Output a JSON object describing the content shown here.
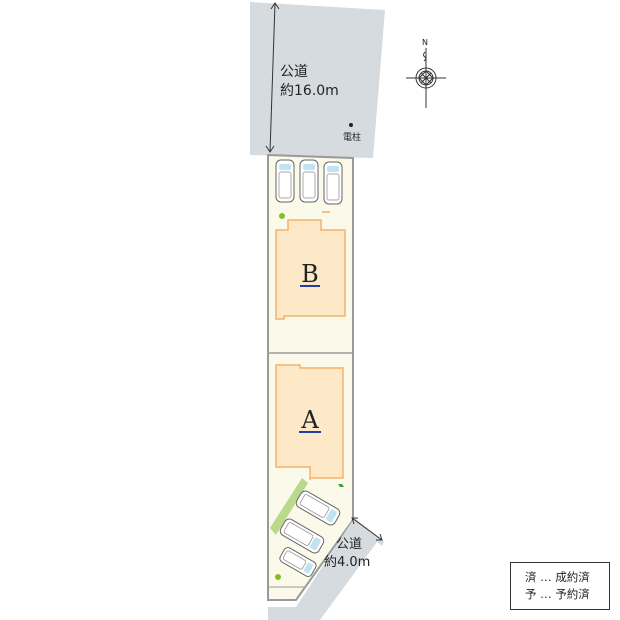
{
  "north_road": {
    "label_line1": "公道",
    "label_line2": "約16.0m"
  },
  "utility_pole": {
    "label": "電柱"
  },
  "compass": {
    "label": "N"
  },
  "lots": [
    {
      "id": "B",
      "label": "B"
    },
    {
      "id": "A",
      "label": "A"
    }
  ],
  "south_road": {
    "label_line1": "公道",
    "label_line2": "約4.0m"
  },
  "legend": {
    "items": [
      {
        "mark": "済",
        "sep": "…",
        "meaning": "成約済"
      },
      {
        "mark": "予",
        "sep": "…",
        "meaning": "予約済"
      }
    ]
  },
  "colors": {
    "road": "#d6dbdf",
    "lot_ground": "#fbf9ea",
    "building_fill": "#fde9c8",
    "building_outline": "#f5b36b",
    "lot_border": "#9a9a9a",
    "label_underline": "#1f3fa6",
    "greenery": "#b9d98d",
    "tree": "#7ec12b"
  }
}
